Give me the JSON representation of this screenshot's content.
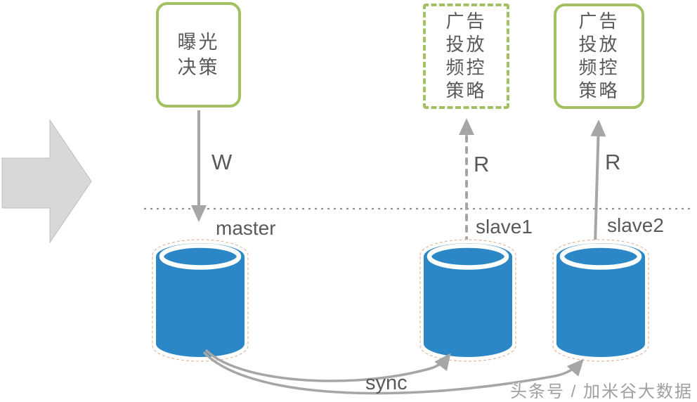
{
  "colors": {
    "accent_green": "#a2c162",
    "db_blue": "#2b87c5",
    "arrow_gray": "#a6a6a6",
    "text_gray": "#595959",
    "block_arrow_gray": "#d8d8d8"
  },
  "boxes": {
    "exposure": {
      "lines": [
        "曝光",
        "决策"
      ]
    },
    "freq_control_dashed": {
      "lines": [
        "广告",
        "投放",
        "频控",
        "策略"
      ]
    },
    "freq_control_solid": {
      "lines": [
        "广告",
        "投放",
        "频控",
        "策略"
      ]
    }
  },
  "edges": {
    "write": "W",
    "read_slave1": "R",
    "read_slave2": "R",
    "sync": "sync"
  },
  "databases": {
    "master": "master",
    "slave1": "slave1",
    "slave2": "slave2"
  },
  "watermark": "头条号 / 加米谷大数据"
}
